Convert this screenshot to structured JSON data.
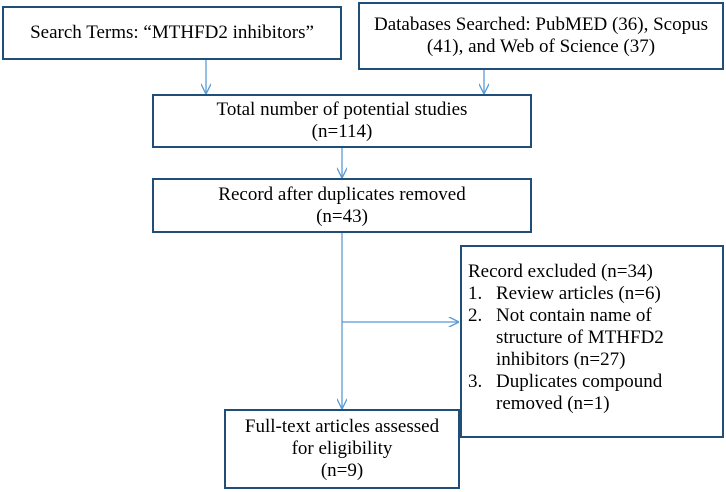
{
  "search_terms": {
    "text": "Search Terms:  “MTHFD2 inhibitors”"
  },
  "databases": {
    "line1": "Databases Searched: PubMED (36), Scopus",
    "line2": "(41), and Web of Science (37)"
  },
  "total_studies": {
    "line1": "Total number of potential studies",
    "line2": "(n=114)"
  },
  "after_duplicates": {
    "line1": "Record after duplicates removed",
    "line2": "(n=43)"
  },
  "excluded": {
    "title": "Record excluded (n=34)",
    "items": [
      {
        "num": "1.",
        "lines": [
          "Review articles (n=6)"
        ]
      },
      {
        "num": "2.",
        "lines": [
          "Not contain name of",
          "structure of MTHFD2",
          "inhibitors (n=27)"
        ]
      },
      {
        "num": "3.",
        "lines": [
          "Duplicates compound",
          "removed (n=1)"
        ]
      }
    ]
  },
  "full_text": {
    "line1": "Full-text articles assessed",
    "line2": "for eligibility",
    "line3": "(n=9)"
  },
  "colors": {
    "border": "#1f4e79",
    "connector": "#5b9bd5"
  }
}
